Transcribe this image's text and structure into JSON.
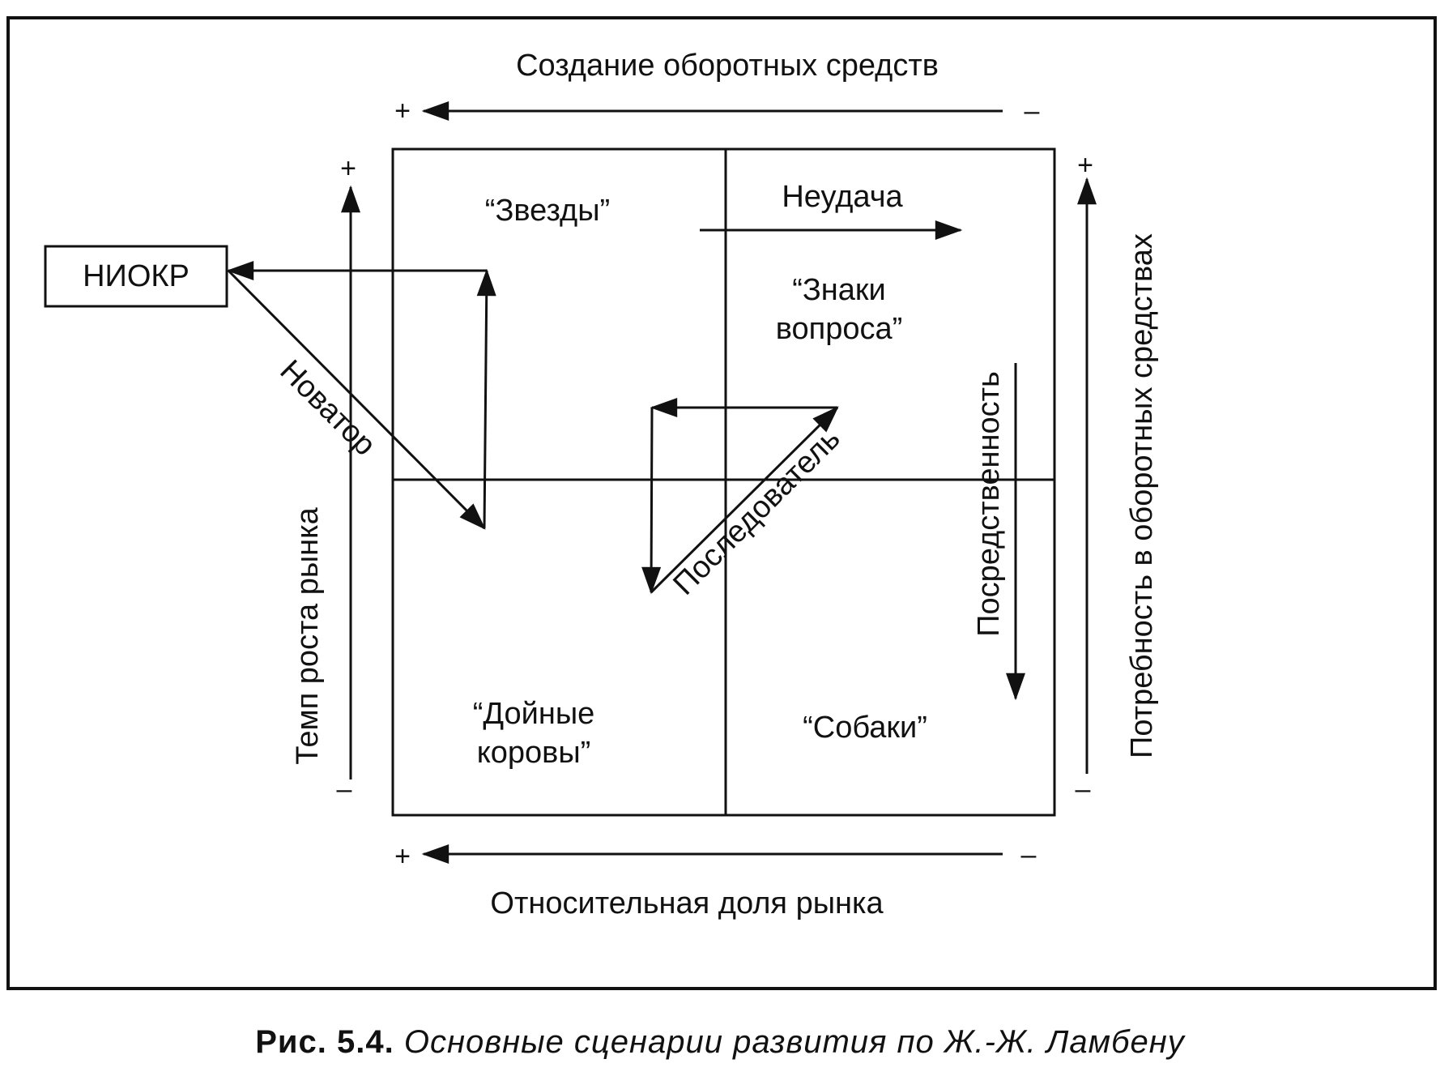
{
  "top_axis": {
    "label": "Создание оборотных средств",
    "plus": "+",
    "minus": "–"
  },
  "bottom_axis": {
    "label": "Относительная доля рынка",
    "plus": "+",
    "minus": "–"
  },
  "left_axis": {
    "label": "Темп роста рынка",
    "plus": "+",
    "minus": "–"
  },
  "right_axis": {
    "label": "Потребность в оборотных средствах",
    "plus": "+",
    "minus": "–"
  },
  "niokr_box": {
    "label": "НИОКР"
  },
  "quadrants": {
    "stars": "“Звезды”",
    "question_line1": "“Знаки",
    "question_line2": "вопроса”",
    "cows_line1": "“Дойные",
    "cows_line2": "коровы”",
    "dogs": "“Собаки”"
  },
  "scenarios": {
    "failure": "Неудача",
    "innovator": "Новатор",
    "follower": "Последователь",
    "mediocrity": "Посредственность"
  },
  "caption": {
    "number": "Рис. 5.4.",
    "text": "Основные сценарии развития по Ж.-Ж. Ламбену"
  }
}
